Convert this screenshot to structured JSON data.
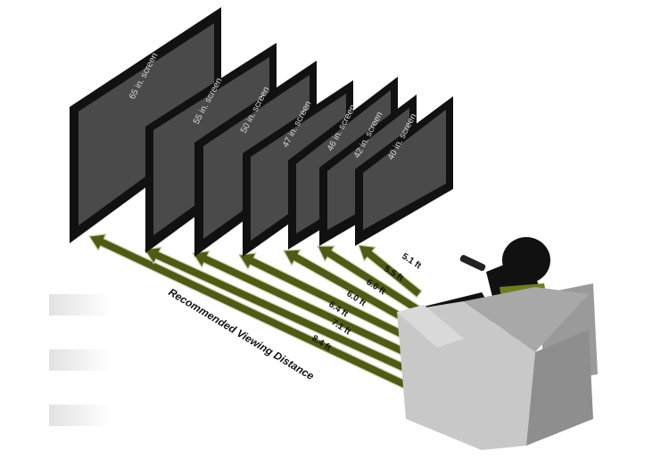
{
  "screens": [
    {
      "label": "65 in. screen"
    },
    {
      "label": "55 in. screen"
    },
    {
      "label": "50 in. screen"
    },
    {
      "label": "47 in. screen"
    },
    {
      "label": "46 in. screen"
    },
    {
      "label": "42 in. screen"
    },
    {
      "label": "40 in. screen"
    }
  ],
  "distances": [
    {
      "label": "8.4 ft"
    },
    {
      "label": "7.1 ft"
    },
    {
      "label": "6.4 ft"
    },
    {
      "label": "6.0 ft"
    },
    {
      "label": "6.0 ft"
    },
    {
      "label": "5.5 ft"
    },
    {
      "label": "5.1 ft"
    }
  ],
  "caption": "Recommended Viewing Distance",
  "colors": {
    "arrow_fill": "#4f5a12",
    "arrow_edge": "#c9cba8",
    "tv_frame": "#111111",
    "tv_screen": "#4a4a4a",
    "chair": "#b5b5b5",
    "shirt": "#6e7e1c"
  }
}
